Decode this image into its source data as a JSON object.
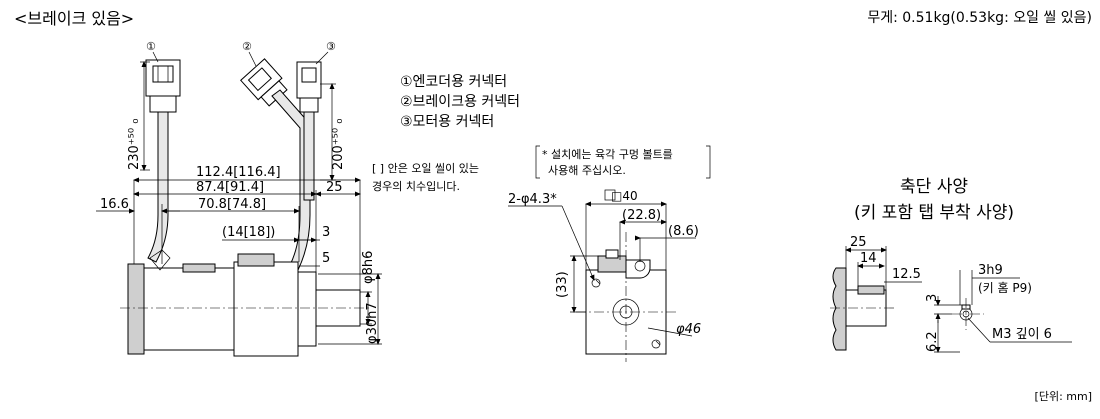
{
  "header": {
    "title": "<브레이크 있음>",
    "weight": "무게: 0.51kg(0.53kg: 오일 씰 있음)"
  },
  "connectors": {
    "markers": [
      "①",
      "②",
      "③"
    ],
    "legend": [
      "①엔코더용 커넥터",
      "②브레이크용 커넥터",
      "③모터용 커넥터"
    ]
  },
  "notes": {
    "bracket_line1": "[ ] 안은 오일 씰이 있는",
    "bracket_line2": "경우의 치수입니다.",
    "bolt_line1": "* 설치에는 육각 구멍 볼트를",
    "bolt_line2": "사용해 주십시오."
  },
  "side_dims": {
    "encoder_cable": "230⁺⁵⁰ ₀",
    "motor_cable": "200⁺⁵⁰ ₀",
    "d1": "112.4[116.4]",
    "d2": "87.4[91.4]",
    "d3": "70.8[74.8]",
    "d4": "(14[18])",
    "d5": "16.6",
    "d6": "25",
    "d7": "3",
    "d8": "5",
    "shaft_dia": "φ8h6",
    "spigot_dia": "φ30h7"
  },
  "front_dims": {
    "holes": "2-φ4.3*",
    "square": "□40",
    "d1": "(22.8)",
    "d2": "(8.6)",
    "d3": "(33)",
    "pcd": "φ46"
  },
  "shaft_spec": {
    "title_line1": "축단 사양",
    "title_line2": "(키 포함 탭 부착 사양)",
    "d1": "25",
    "d2": "14",
    "d3": "12.5",
    "key": "3h9",
    "keyway": "(키 홈 P9)",
    "d4": "3",
    "d5": "6.2",
    "tap": "M3 깊이 6"
  },
  "footer": {
    "unit": "[단위: mm]"
  }
}
